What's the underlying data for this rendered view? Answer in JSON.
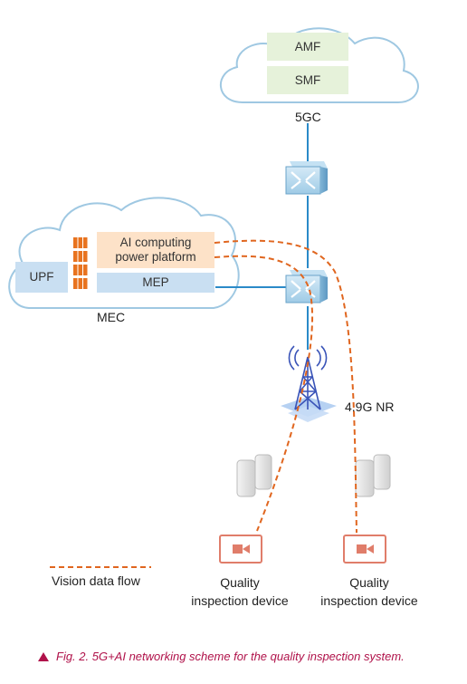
{
  "core": {
    "amf": "AMF",
    "smf": "SMF",
    "label": "5GC"
  },
  "mec": {
    "upf": "UPF",
    "ai_platform": "AI computing\npower platform",
    "mep": "MEP",
    "label": "MEC"
  },
  "radio": {
    "label": "4.9G NR"
  },
  "devices": [
    {
      "label": "Quality\ninspection device"
    },
    {
      "label": "Quality\ninspection device"
    }
  ],
  "legend": {
    "flow_label": "Vision data flow"
  },
  "caption": {
    "text": "Fig. 2. 5G+AI networking scheme for the quality inspection system."
  },
  "colors": {
    "flow": "#e0661f",
    "link": "#2a8ac8",
    "cloud_stroke": "#9fc8e2",
    "core_box": "#e6f2da",
    "ai_box": "#fde2c8",
    "mep_box": "#c9dff2"
  }
}
